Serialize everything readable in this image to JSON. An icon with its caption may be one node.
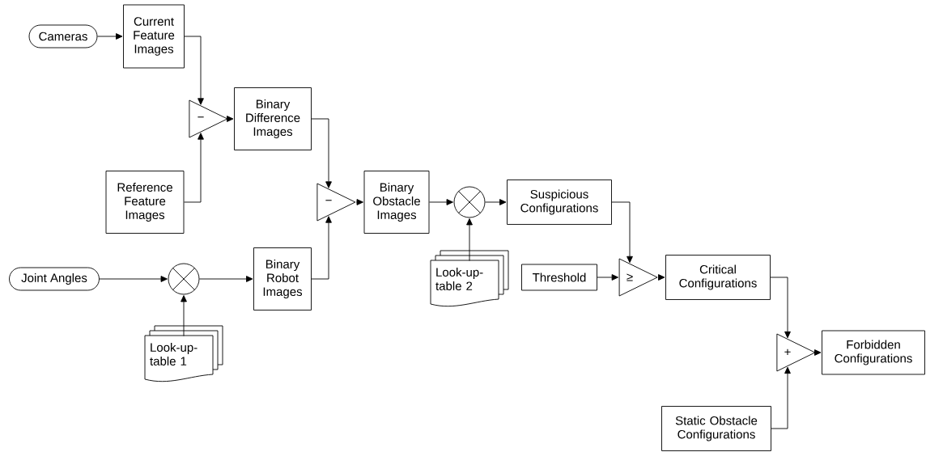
{
  "diagram": {
    "nodes": [
      {
        "text": [
          "Cameras"
        ]
      },
      {
        "text": [
          "Current Feature Images"
        ]
      },
      {
        "text": [
          "−"
        ]
      },
      {
        "text": [
          "Binary Difference Images"
        ]
      },
      {
        "text": [
          "Reference Feature Images"
        ]
      },
      {
        "text": [
          "−"
        ]
      },
      {
        "text": [
          "Binary Obstacle Images"
        ]
      },
      {
        "text": [
          "Joint Angles"
        ]
      },
      {
        "text": [],
        "shape": "circle"
      },
      {
        "text": [
          "Binary Robot Images"
        ]
      },
      {
        "text": [
          "Look-up-table 1"
        ]
      },
      {
        "text": [],
        "shape": "circle"
      },
      {
        "text": [
          "Suspicious Configurations"
        ]
      },
      {
        "text": [
          "Look-up-table 2"
        ]
      },
      {
        "text": [
          "Threshold"
        ]
      },
      {
        "text": [
          "≥"
        ]
      },
      {
        "text": [
          "Critical Configurations"
        ]
      },
      {
        "text": [
          "+"
        ]
      },
      {
        "text": [
          "Forbidden Configurations"
        ]
      },
      {
        "text": [
          "Static Obstacle Configurations"
        ]
      }
    ],
    "edges": [
      {
        "from": 0,
        "to": 1,
        "arrow": "to"
      },
      {
        "from": 1,
        "to": 2,
        "arrow": "to"
      },
      {
        "from": 4,
        "to": 2,
        "arrow": "to"
      },
      {
        "from": 2,
        "to": 3,
        "arrow": "to"
      },
      {
        "from": 3,
        "to": 5,
        "arrow": "to"
      },
      {
        "from": 9,
        "to": 5,
        "arrow": "to"
      },
      {
        "from": 5,
        "to": 6,
        "arrow": "to"
      },
      {
        "from": 7,
        "to": 8,
        "arrow": "to"
      },
      {
        "from": 10,
        "to": 8,
        "arrow": "to"
      },
      {
        "from": 8,
        "to": 9,
        "arrow": "to"
      },
      {
        "from": 6,
        "to": 11,
        "arrow": "to"
      },
      {
        "from": 13,
        "to": 11,
        "arrow": "to"
      },
      {
        "from": 11,
        "to": 12,
        "arrow": "to"
      },
      {
        "from": 12,
        "to": 15,
        "arrow": "to"
      },
      {
        "from": 14,
        "to": 15,
        "arrow": "to"
      },
      {
        "from": 15,
        "to": 16,
        "arrow": "to"
      },
      {
        "from": 16,
        "to": 17,
        "arrow": "to"
      },
      {
        "from": 19,
        "to": 17,
        "arrow": "to"
      },
      {
        "from": 17,
        "to": 18,
        "arrow": "to"
      }
    ]
  }
}
